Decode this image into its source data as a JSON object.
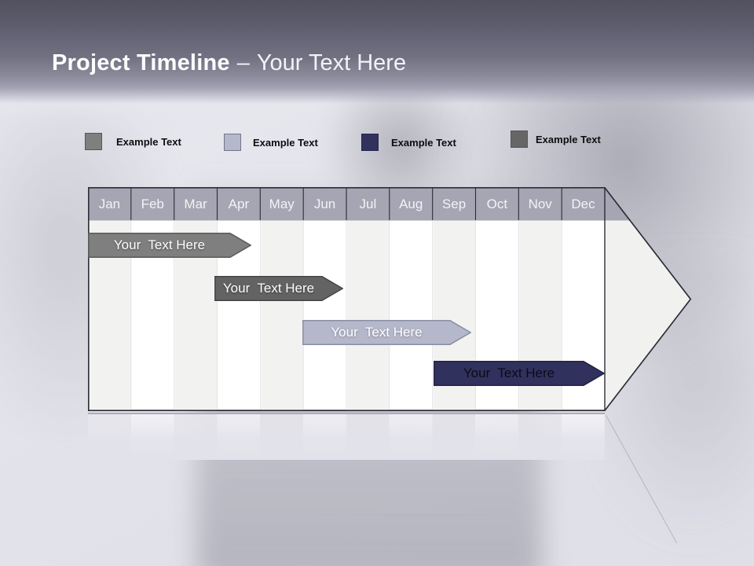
{
  "slide": {
    "title": {
      "main": "Project Timeline",
      "separator": "–",
      "subtitle": "Your Text Here"
    },
    "legend": {
      "items": [
        {
          "label": "Example Text",
          "color": "#7f7f7f"
        },
        {
          "label": "Example Text",
          "color": "#b4b8ca"
        },
        {
          "label": "Example Text",
          "color": "#31315e"
        },
        {
          "label": "Example Text",
          "color": "#666666"
        }
      ]
    },
    "timeline": {
      "months": [
        "Jan",
        "Feb",
        "Mar",
        "Apr",
        "May",
        "Jun",
        "Jul",
        "Aug",
        "Sep",
        "Oct",
        "Nov",
        "Dec"
      ],
      "header_color": "#a5a5b3",
      "bars": [
        {
          "label": "Your  Text Here",
          "color": "#7f7f7f",
          "start_month": "Jan",
          "end_month": "Apr"
        },
        {
          "label": "Your  Text Here",
          "color": "#636363",
          "start_month": "Mar",
          "end_month": "Jun"
        },
        {
          "label": "Your  Text Here",
          "color": "#b4b8ca",
          "start_month": "Jun",
          "end_month": "Sep"
        },
        {
          "label": "Your  Text Here",
          "color": "#31315e",
          "start_month": "Sep",
          "end_month": "Dec"
        }
      ]
    }
  }
}
